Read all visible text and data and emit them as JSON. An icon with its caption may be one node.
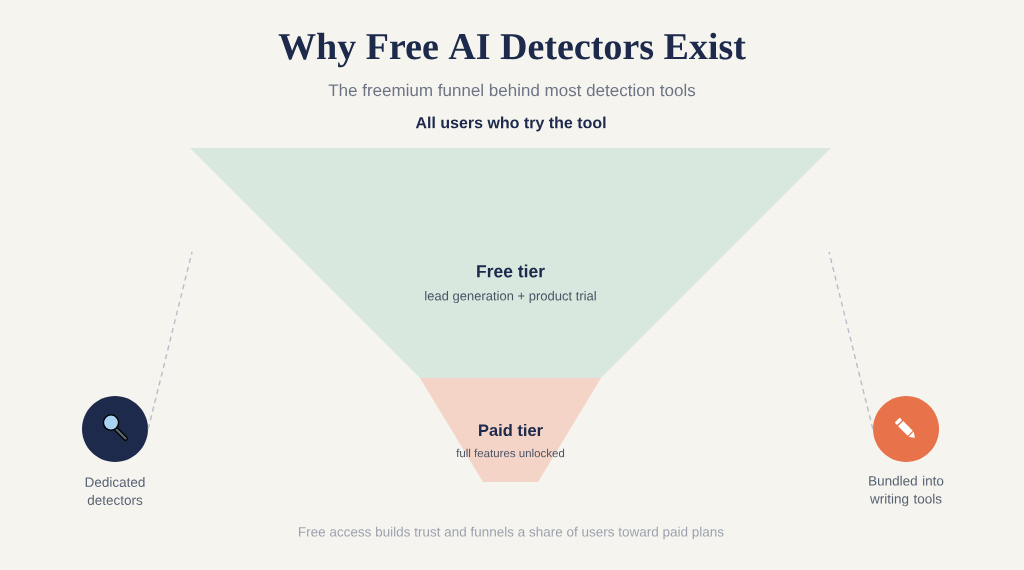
{
  "diagram": {
    "title": "Why Free AI Detectors Exist",
    "caption": "Free access builds trust and funnels a share of users toward paid plans",
    "nodes": [
      {
        "text": [
          "Free tier",
          "lead generation + product trial"
        ]
      },
      {
        "text": [
          "Paid tier",
          "full features unlocked"
        ]
      },
      {
        "text": [],
        "shape": "circle",
        "beside": [
          "Dedicated detectors"
        ]
      },
      {
        "text": [],
        "shape": "circle",
        "beside": [
          "Bundled into writing tools"
        ]
      }
    ],
    "edges": [
      {
        "from": 2,
        "to": null,
        "arrow": "none",
        "style": "dashed"
      },
      {
        "from": 3,
        "to": null,
        "arrow": "none",
        "style": "dashed"
      }
    ],
    "labels": [
      "The freemium funnel behind most detection tools",
      "All users who try the tool"
    ]
  }
}
